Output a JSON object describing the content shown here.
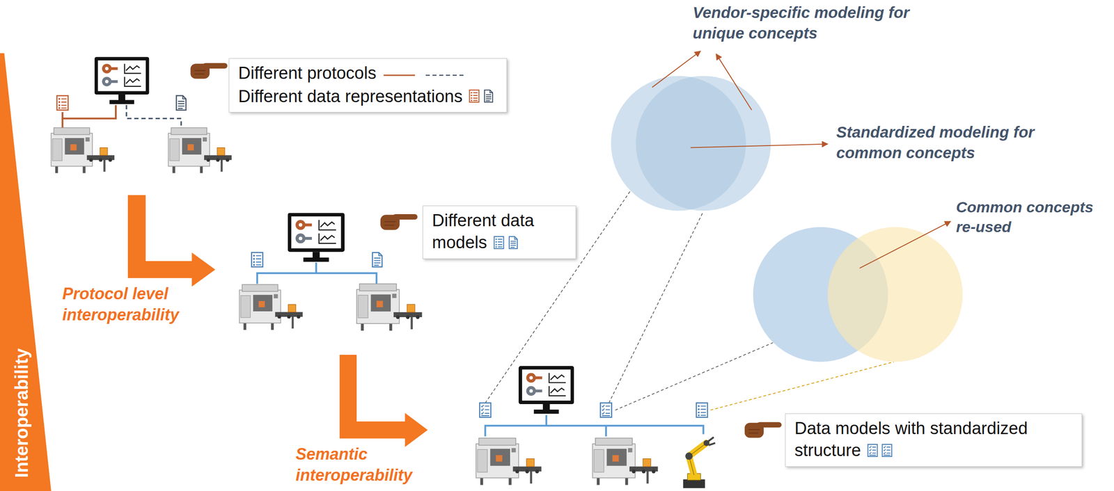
{
  "diagram": {
    "nodes": [
      {
        "text": [
          "Different protocols",
          "Different data representations"
        ]
      },
      {
        "text": [
          "Different data models"
        ]
      },
      {
        "text": [
          "Data models with standardized structure"
        ]
      }
    ],
    "labels": [
      "Interoperability",
      "Protocol level interoperability",
      "Semantic interoperability",
      "Vendor-specific modeling for unique concepts",
      "Standardized modeling for common concepts",
      "Common concepts re-used"
    ]
  }
}
